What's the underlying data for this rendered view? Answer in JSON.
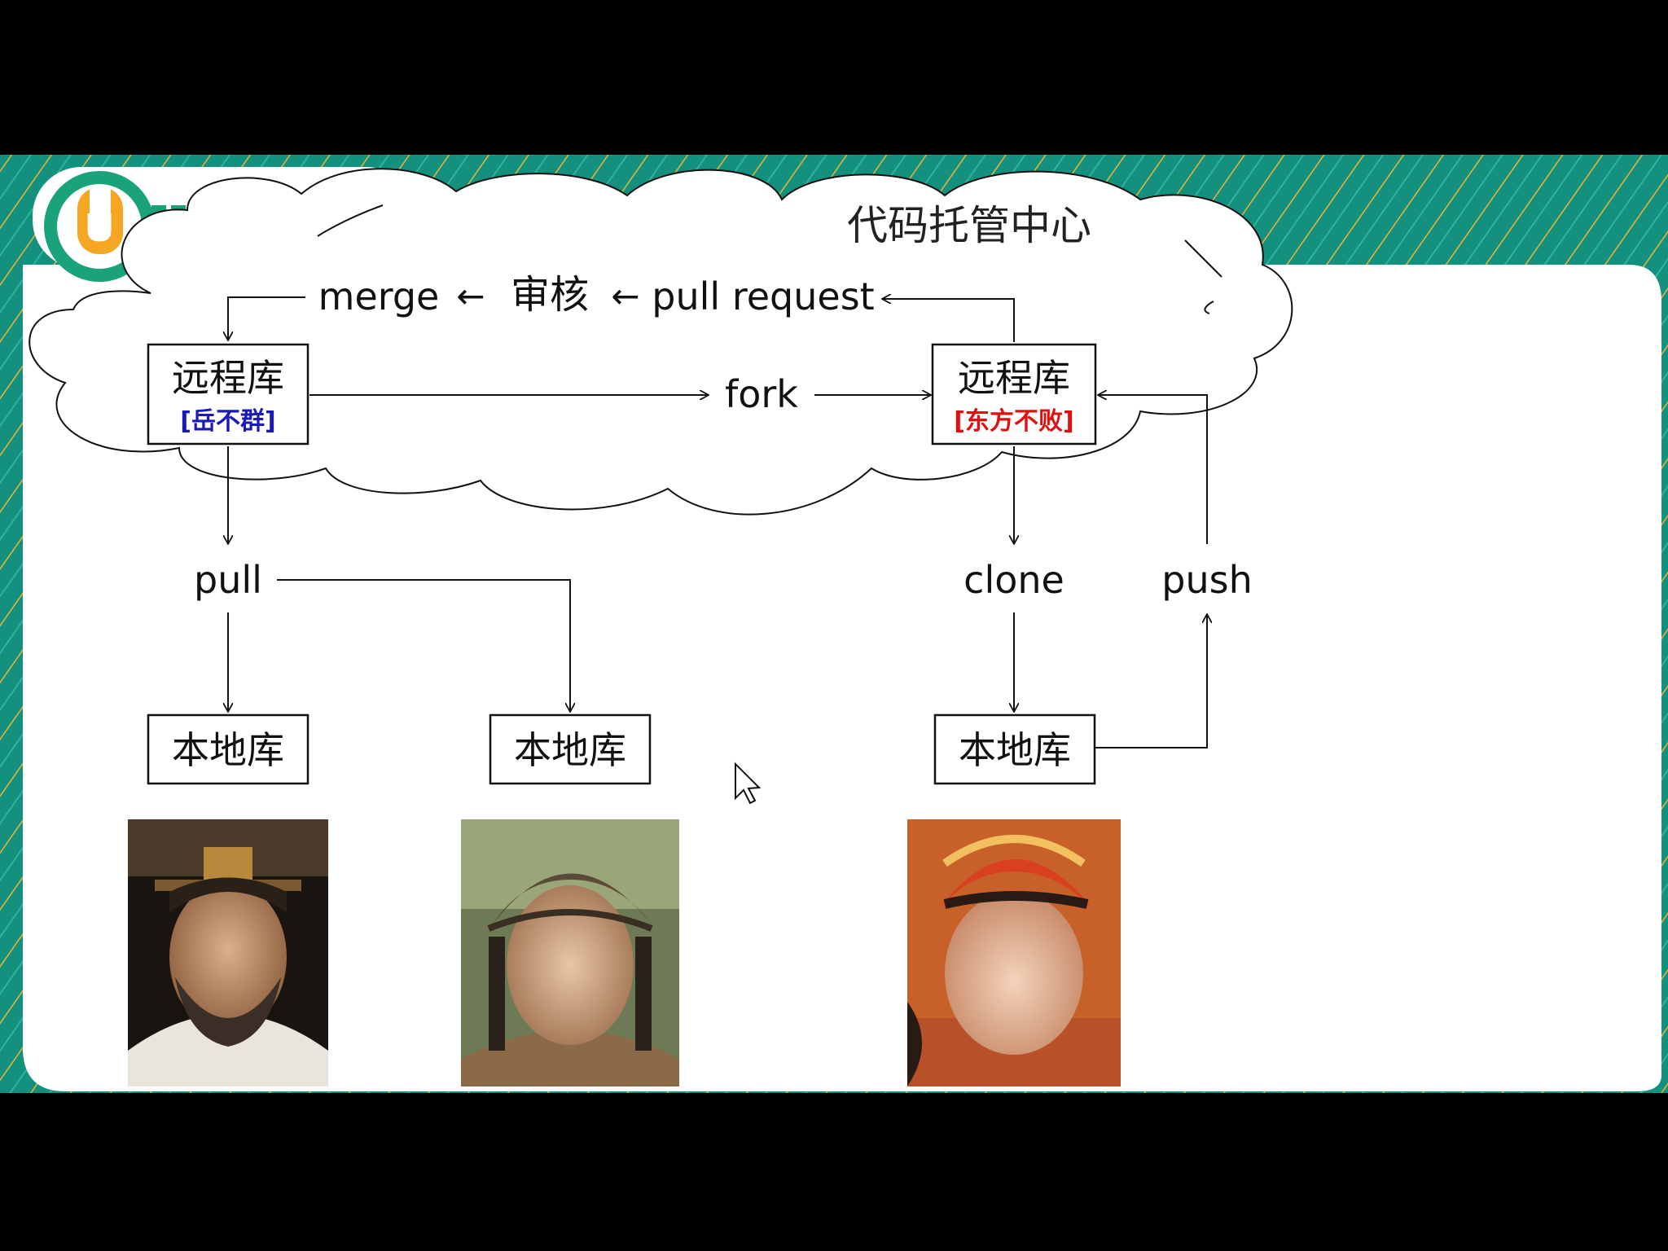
{
  "cloud": {
    "title": "代码托管中心"
  },
  "flow": {
    "merge": "merge",
    "review": "审核",
    "pull_request": "pull request",
    "fork": "fork",
    "pull": "pull",
    "clone": "clone",
    "push": "push",
    "arrow_left": "←"
  },
  "remote_left": {
    "title": "远程库",
    "owner": "[岳不群]",
    "owner_color": "#1a1ab8"
  },
  "remote_right": {
    "title": "远程库",
    "owner": "[东方不败]",
    "owner_color": "#e01010"
  },
  "local_repos": [
    "本地库",
    "本地库",
    "本地库"
  ],
  "colors": {
    "teal": "#16907f",
    "gold": "#e8a81c",
    "logo_orange": "#f5a623",
    "logo_green": "#1aa37a",
    "letterbox": "#000000"
  },
  "logo": {
    "letter": "U"
  },
  "portraits": [
    "portrait-left-master",
    "portrait-middle-disciple",
    "portrait-right-warrior"
  ]
}
